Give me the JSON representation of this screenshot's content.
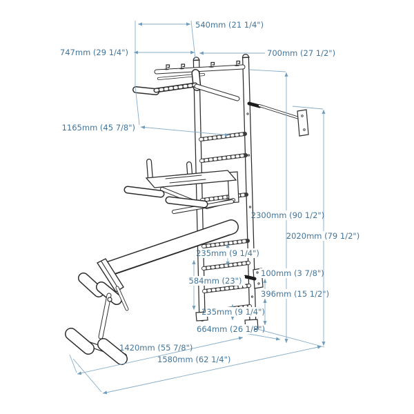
{
  "diagram": {
    "colors": {
      "dimension_line": "#85accabf",
      "dimension_arrow": "#6f9cbb",
      "dimension_text": "#43759b",
      "line_art": "#2b2b2b",
      "background": "#ffffff"
    },
    "labels": {
      "d540": "540mm (21 1/4\")",
      "d747": "747mm (29 1/4\")",
      "d700": "700mm (27 1/2\")",
      "d1165": "1165mm (45 7/8\")",
      "d2300": "2300mm (90 1/2\")",
      "d2020": "2020mm (79 1/2\")",
      "d235a": "235mm (9 1/4\")",
      "d584": "584mm (23\")",
      "d100": "100mm (3 7/8\")",
      "d396": "396mm (15 1/2\")",
      "d235b": "235mm (9 1/4\")",
      "d664": "664mm (26 1/8\")",
      "d1420": "1420mm (55 7/8\")",
      "d1580": "1580mm (62 1/4\")"
    }
  }
}
